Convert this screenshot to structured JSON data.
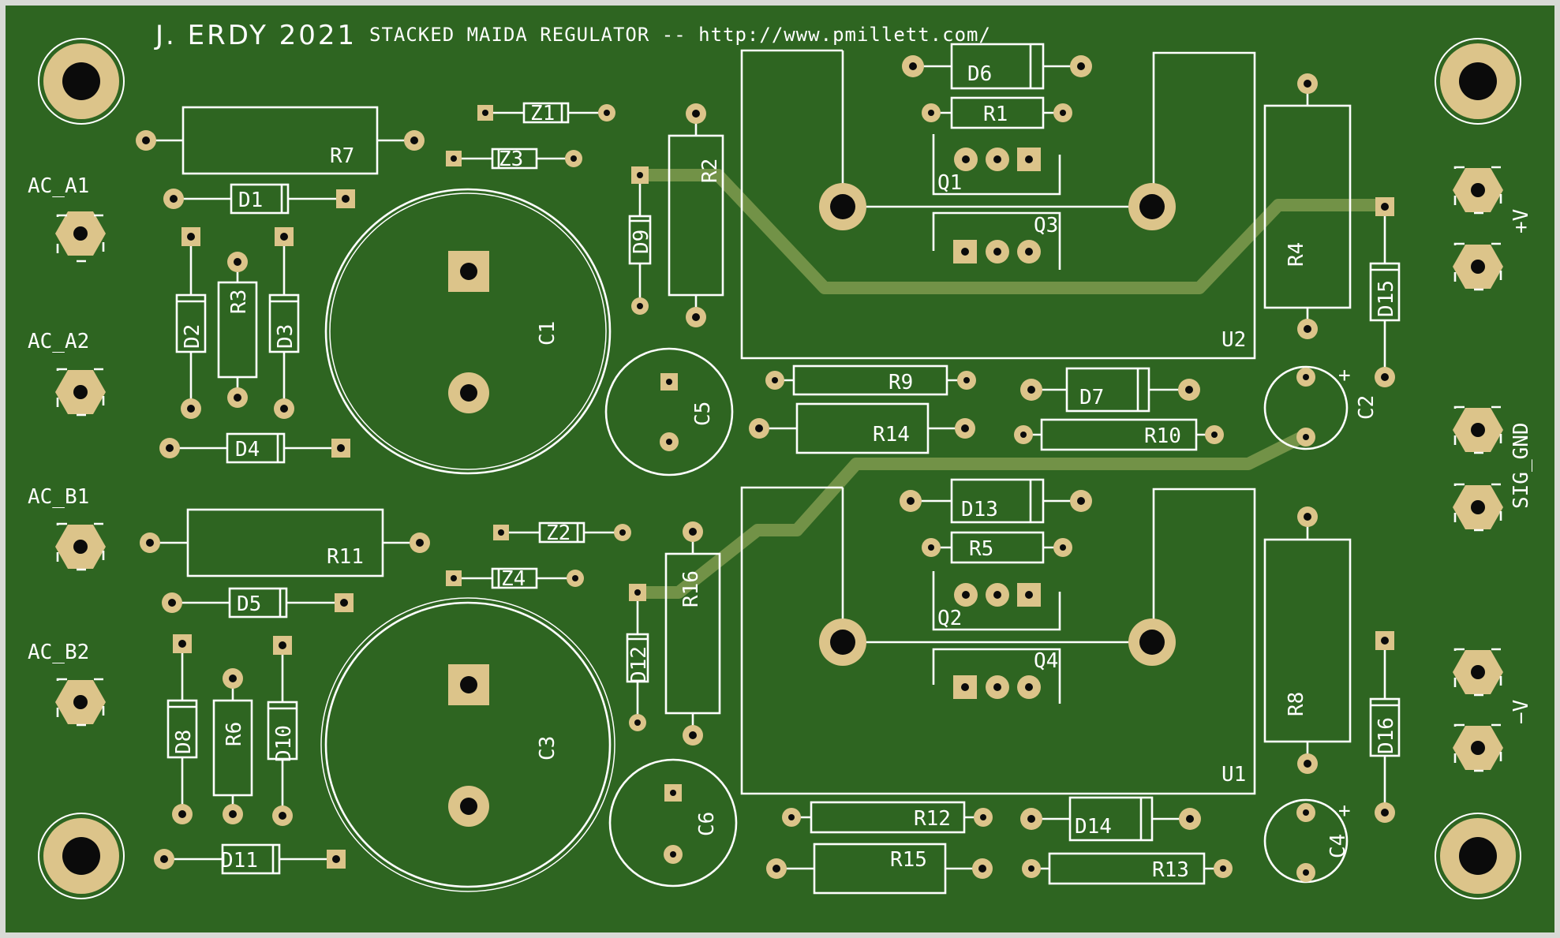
{
  "board": {
    "title": "J. ERDY 2021",
    "subtitle": "STACKED MAIDA REGULATOR -- http://www.pmillett.com/",
    "colors": {
      "soldermask": "#2e6521",
      "pad": "#dcc48a",
      "silkscreen": "#ffffff",
      "trace": "#7e9a4e"
    }
  },
  "connectors": {
    "ac_a1": "AC_A1",
    "ac_a2": "AC_A2",
    "ac_b1": "AC_B1",
    "ac_b2": "AC_B2",
    "pos_v": "+V",
    "sig_gnd": "SIG_GND",
    "neg_v": "−V"
  },
  "refs": {
    "R1": "R1",
    "R2": "R2",
    "R3": "R3",
    "R4": "R4",
    "R5": "R5",
    "R6": "R6",
    "R7": "R7",
    "R8": "R8",
    "R9": "R9",
    "R10": "R10",
    "R11": "R11",
    "R12": "R12",
    "R13": "R13",
    "R14": "R14",
    "R15": "R15",
    "R16": "R16",
    "D1": "D1",
    "D2": "D2",
    "D3": "D3",
    "D4": "D4",
    "D5": "D5",
    "D6": "D6",
    "D7": "D7",
    "D8": "D8",
    "D9": "D9",
    "D10": "D10",
    "D11": "D11",
    "D12": "D12",
    "D13": "D13",
    "D14": "D14",
    "D15": "D15",
    "D16": "D16",
    "Z1": "Z1",
    "Z2": "Z2",
    "Z3": "Z3",
    "Z4": "Z4",
    "C1": "C1",
    "C2": "C2",
    "C3": "C3",
    "C4": "C4",
    "C5": "C5",
    "C6": "C6",
    "Q1": "Q1",
    "Q2": "Q2",
    "Q3": "Q3",
    "Q4": "Q4",
    "U1": "U1",
    "U2": "U2",
    "plus": "+"
  }
}
